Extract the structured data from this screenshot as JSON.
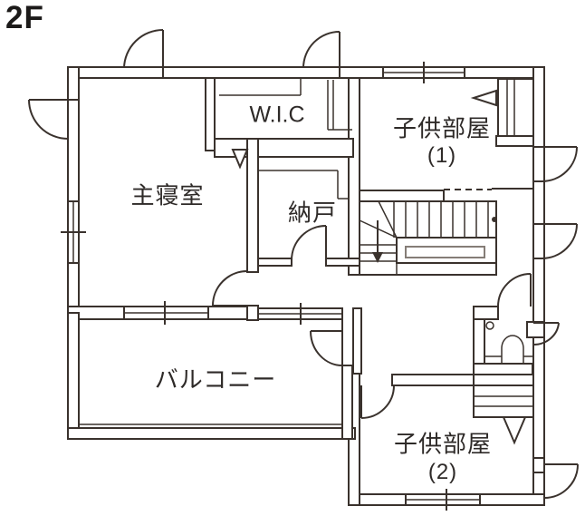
{
  "floor_label": "2F",
  "rooms": {
    "wic": {
      "label": "W.I.C"
    },
    "kids1": {
      "label": "子供部屋",
      "number": "(1)"
    },
    "master": {
      "label": "主寝室"
    },
    "nando": {
      "label": "納戸"
    },
    "balcony": {
      "label": "バルコニー"
    },
    "kids2": {
      "label": "子供部屋",
      "number": "(2)"
    }
  },
  "stairs": {
    "direction_arrow": "down"
  },
  "colors": {
    "wall_line": "#3a322d",
    "light_line": "#857d77",
    "text": "#2e2a28",
    "background": "#ffffff"
  }
}
